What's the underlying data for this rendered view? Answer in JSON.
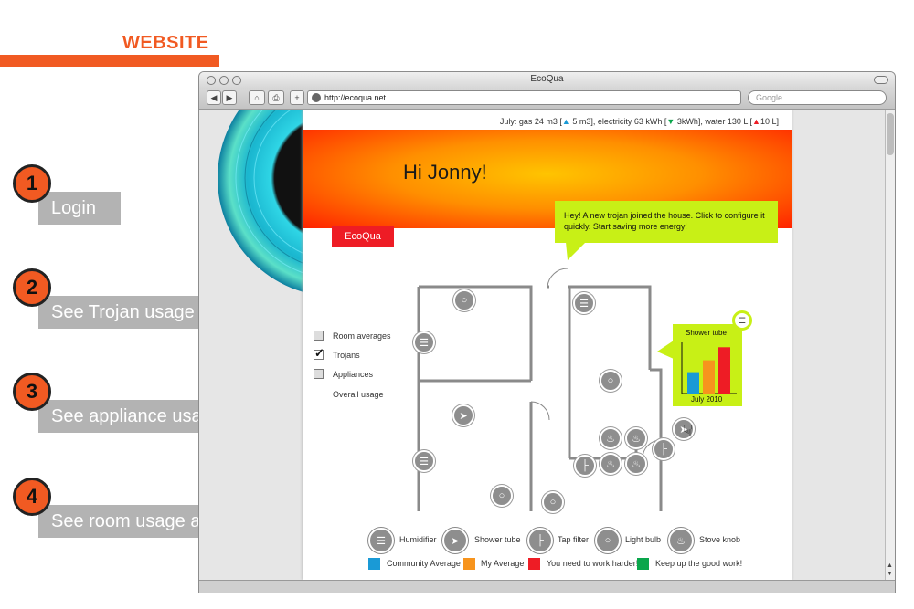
{
  "header": {
    "title": "WEBSITE"
  },
  "steps": [
    {
      "number": "1",
      "label": "Login"
    },
    {
      "number": "2",
      "label": "See Trojan usage"
    },
    {
      "number": "3",
      "label": "See appliance usage"
    },
    {
      "number": "4",
      "label": "See room usage averages"
    }
  ],
  "browser": {
    "window_title": "EcoQua",
    "url": "http://ecoqua.net",
    "search_placeholder": "Google"
  },
  "page": {
    "usage_summary": {
      "prefix": "July: gas 24 m3 [",
      "gas_delta": "5 m3",
      "electricity": "], electricity 63 kWh [",
      "electricity_delta": "3kWh",
      "water": "], water 130 L [",
      "water_delta": "10 L",
      "suffix": "]"
    },
    "greeting": "Hi Jonny!",
    "tab_label": "EcoQua",
    "notification": "Hey! A new trojan joined the house. Click to configure it quickly. Start saving more energy!",
    "filters": [
      {
        "label": "Room averages",
        "checked": false
      },
      {
        "label": "Trojans",
        "checked": true
      },
      {
        "label": "Appliances",
        "checked": false
      },
      {
        "label": "Overall usage",
        "checked": false
      }
    ],
    "popup": {
      "title": "Shower tube",
      "period": "July 2010"
    },
    "legend": [
      {
        "label": "Humidifier",
        "icon": "humidifier-icon"
      },
      {
        "label": "Shower tube",
        "icon": "shower-icon"
      },
      {
        "label": "Tap filter",
        "icon": "tap-icon"
      },
      {
        "label": "Light bulb",
        "icon": "lightbulb-icon"
      },
      {
        "label": "Stove knob",
        "icon": "flame-icon"
      }
    ],
    "color_legend": [
      {
        "label": "Community Average",
        "color": "#1a9ad6"
      },
      {
        "label": "My Average",
        "color": "#f7941d"
      },
      {
        "label": "You need to work harder!",
        "color": "#ee1c25"
      },
      {
        "label": "Keep up the good work!",
        "color": "#0aa64b"
      }
    ]
  },
  "colors": {
    "accent": "#f15a22",
    "lime": "#c8f016",
    "banner_red": "#ee1c25"
  },
  "chart_data": {
    "type": "bar",
    "title": "Shower tube",
    "xlabel": "July 2010",
    "categories": [
      "Community Average",
      "My Average",
      "You need to work harder!"
    ],
    "values": [
      18,
      28,
      39
    ]
  }
}
